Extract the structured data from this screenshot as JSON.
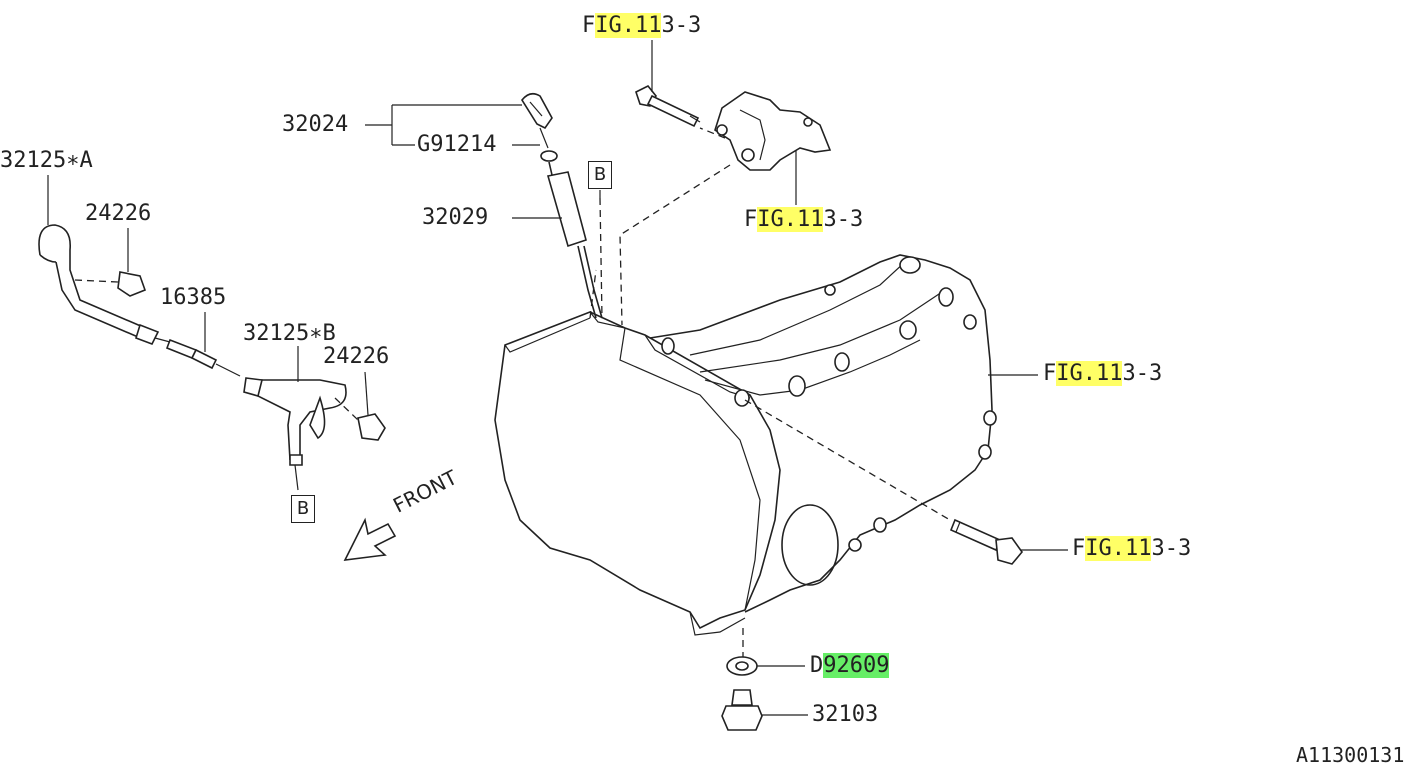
{
  "labels": {
    "fig_top": {
      "pre": "F",
      "hl": "IG.11",
      "post": "3-3"
    },
    "fig_bracket": {
      "pre": "F",
      "hl": "IG.11",
      "post": "3-3"
    },
    "fig_right": {
      "pre": "F",
      "hl": "IG.11",
      "post": "3-3"
    },
    "fig_bolt": {
      "pre": "F",
      "hl": "IG.11",
      "post": "3-3"
    },
    "p32024": "32024",
    "pG91214": "G91214",
    "p32029": "32029",
    "p32125A": "32125∗A",
    "p24226a": "24226",
    "p16385": "16385",
    "p32125B": "32125∗B",
    "p24226b": "24226",
    "box_b_top": "B",
    "box_b_bottom": "B",
    "front": "FRONT",
    "pD92609": {
      "pre": "D",
      "hl": "92609"
    },
    "p32103": "32103",
    "diagram_id": "A11300131"
  },
  "colors": {
    "highlight_yellow": "#ffff66",
    "highlight_green": "#66ee66",
    "ink": "#222222"
  }
}
